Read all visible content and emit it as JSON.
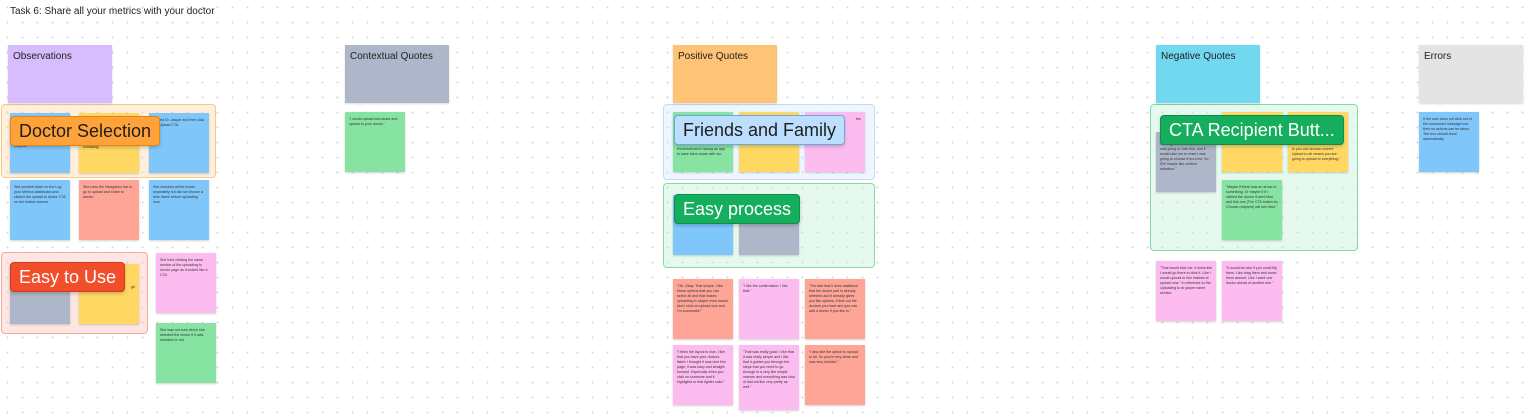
{
  "task_title": "Task 6: Share all your metrics with your doctor",
  "columns": {
    "observations": "Observations",
    "contextual": "Contextual Quotes",
    "positive": "Positive Quotes",
    "negative": "Negative Quotes",
    "errors": "Errors"
  },
  "sections": {
    "doctor_selection": "Doctor Selection",
    "easy_to_use": "Easy to Use",
    "friends_family": "Friends and Family",
    "easy_process": "Easy process",
    "cta_recipient": "CTA Recipient Butt..."
  },
  "notes": {
    "obs_1": "hospital.",
    "obs_2": "recipient and upload to all was confusing.",
    "obs_3": "clicked Dr. Jaspar and then click the Upload CTA.",
    "obs_4": "She scrolled down on the Log your Metrics dashboard and clicked the upload to doctor CTA on the bottom banner.",
    "obs_5": "She uses the Navigation bar to go to upload and share to doctor.",
    "obs_6": "She checked all the boxes separately but did not choose a time frame before uploading now.",
    "obs_7": "She tried clicking the name section of the uploading to doctor page as it looked like a CTA.",
    "obs_8": "gh",
    "obs_9": "She was not sure which she selected the doctor if it was selected or not.",
    "ctx_1": "\"I would upload and share and upload to your doctor.\"",
    "pos_1": "it's beneficial to having an app to have them share with me.",
    "pos_2": "the",
    "pos_3": "\"Oh, Okay. That simple. I like those options that you can select all and that makes uploading to Jasper even easier. And I click on upload now and I'm successful.\"",
    "pos_4": "\"I like the confirmation, I like that.\"",
    "pos_5": "\"The fact that it does statistical that the doctor part is already selected and it already gives you like options, it lists out the doctors you have and you can add a doctor if you like to.\"",
    "pos_6": "\"I think the layout is nice, I like that you have your doctors listed. I thought it was nice this page, it was easy and straight forward. Especially when you click on someone and it highlights to that lighter color.\"",
    "pos_7": "\"That was really good. I like that it was really simple and I like that it guides you through the steps that you need to go through in a very like simple manner and everything was kind of laid out like very pretty as well.\"",
    "pos_8": "\"I also like the option to upload to all. So you're very clean and was very intuitive.\"",
    "neg_1": "because my thought when I was reading choose recipient eh, I was going to click this, and it would take me to reset I was going to choose from a list. So, IDK maybe like confirm selection.\"",
    "neg_2": "to you can choose current Upload to all means you are going to upload to everything.\"",
    "neg_3": "\"Maybe if there was an arrow or something. Or maybe if it I clicked the doctor it went blue and this one (The CTA button for Choose recipient) will turn blue.\"",
    "neg_4": "\"That would trick me, it looks like I would go there to click it. Like I would upload to him instead of upload now.\" In reference to the Uploading to dr jasper name section.",
    "neg_5": "\"It would be nice if you could flip them. Like drag them and move them around. Like I want one doctor ahead of another one.\"",
    "err_1": "If the user does not click out of the successful message box, then no actions can be taken. The box should close automatically."
  }
}
